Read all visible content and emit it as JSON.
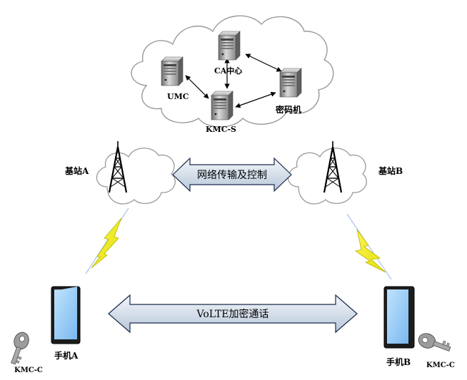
{
  "core_network": {
    "nodes": {
      "umc": "UMC",
      "ca": "CA中心",
      "kmc_s": "KMC-S",
      "cipher": "密码机"
    }
  },
  "base_stations": {
    "a": "基站A",
    "b": "基站B"
  },
  "links": {
    "network_control": "网络传输及控制",
    "volte": "VoLTE加密通话"
  },
  "phones": {
    "a": "手机A",
    "b": "手机B"
  },
  "keys": {
    "left": "KMC-C",
    "right": "KMC-C"
  }
}
